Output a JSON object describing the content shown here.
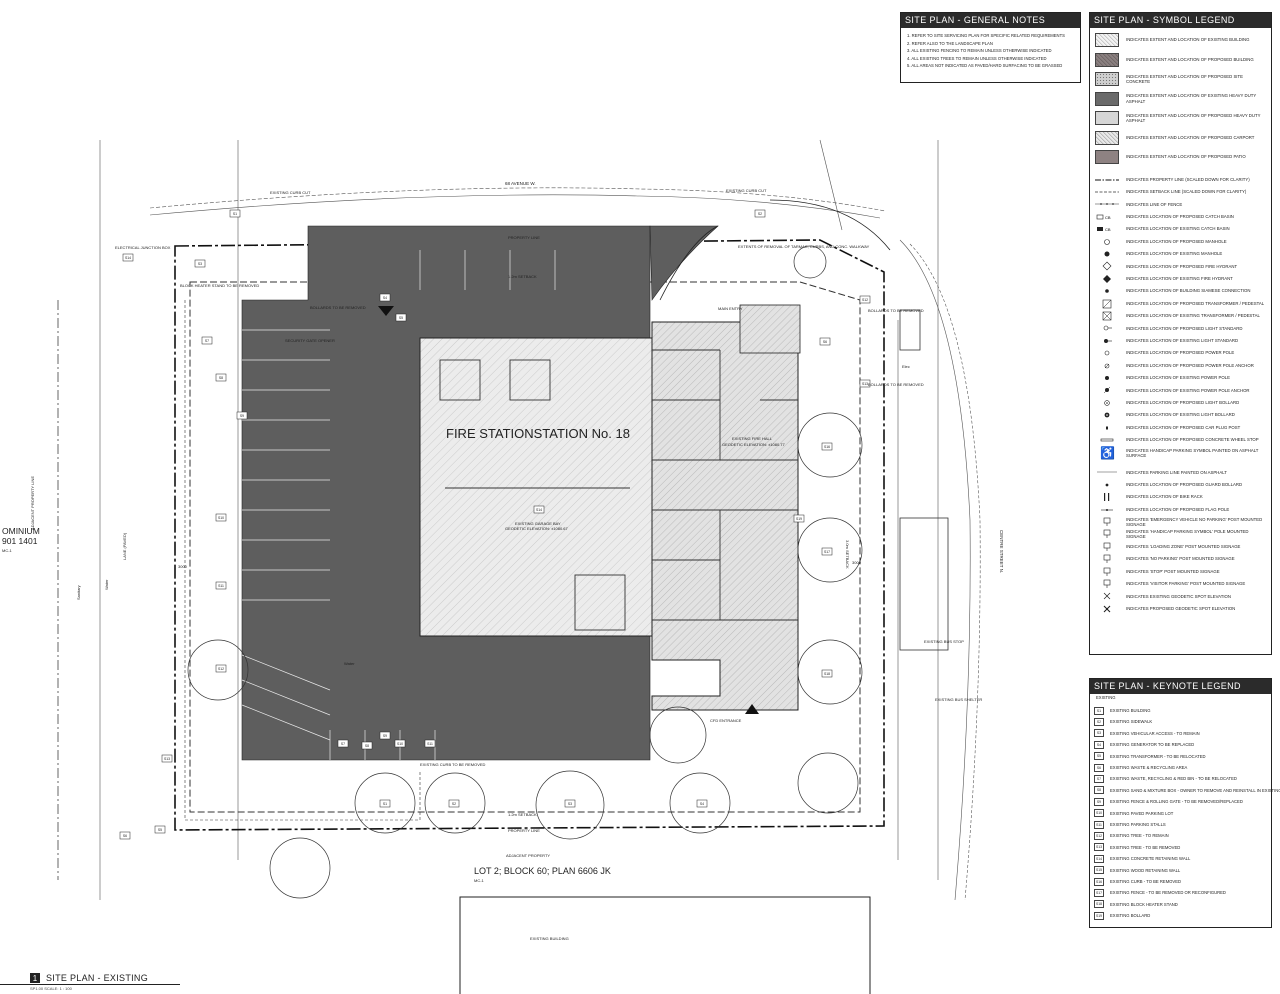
{
  "general_notes": {
    "title": "SITE PLAN - GENERAL NOTES",
    "items": [
      "1.   REFER TO SITE SERVICING PLAN FOR SPECIFIC RELATED REQUIREMENTS",
      "2.   REFER ALSO TO THE LANDSCAPE PLAN",
      "3.   ALL EXISTING FENCING TO REMAIN UNLESS OTHERWISE INDICATED",
      "4.   ALL EXISTING TREES TO REMAIN UNLESS OTHERWISE INDICATED",
      "5.   ALL AREAS NOT INDICATED AS PAVED/HARD SURFACING TO BE GRASSED"
    ]
  },
  "symbol_legend": {
    "title": "SITE PLAN - SYMBOL LEGEND",
    "items": [
      {
        "symbol": "hatch-light-swatch",
        "text": "INDICATES EXTENT AND LOCATION OF EXISTING BUILDING"
      },
      {
        "symbol": "hatch-dark-swatch",
        "text": "INDICATES EXTENT AND LOCATION OF PROPOSED BUILDING"
      },
      {
        "symbol": "stipple-swatch",
        "text": "INDICATES EXTENT AND LOCATION OF PROPOSED SITE CONCRETE"
      },
      {
        "symbol": "dark-fill-swatch",
        "text": "INDICATES EXTENT AND LOCATION OF EXISTING HEAVY DUTY ASPHALT"
      },
      {
        "symbol": "light-fill-swatch",
        "text": "INDICATES EXTENT AND LOCATION OF PROPOSED HEAVY DUTY ASPHALT"
      },
      {
        "symbol": "hatch-carport-swatch",
        "text": "INDICATES EXTENT AND LOCATION OF PROPOSED CARPORT"
      },
      {
        "symbol": "patio-swatch",
        "text": "INDICATES EXTENT AND LOCATION OF PROPOSED PATIO"
      },
      {
        "symbol": "property-line",
        "text": "INDICATES PROPERTY LINE (SCALED DOWN FOR CLARITY)"
      },
      {
        "symbol": "setback-line",
        "text": "INDICATES SETBACK LINE (SCALED DOWN FOR CLARITY)"
      },
      {
        "symbol": "fence-line",
        "text": "INDICATES LINE OF FENCE"
      },
      {
        "symbol": "catch-basin-new-icon",
        "text": "INDICATES LOCATION OF PROPOSED CATCH BASIN"
      },
      {
        "symbol": "catch-basin-existing-icon",
        "text": "INDICATES LOCATION OF EXISTING CATCH BASIN"
      },
      {
        "symbol": "manhole-new-icon",
        "text": "INDICATES LOCATION OF PROPOSED MANHOLE"
      },
      {
        "symbol": "manhole-existing-icon",
        "text": "INDICATES LOCATION OF EXISTING MANHOLE"
      },
      {
        "symbol": "hydrant-new-icon",
        "text": "INDICATES LOCATION OF PROPOSED FIRE HYDRANT"
      },
      {
        "symbol": "hydrant-existing-icon",
        "text": "INDICATES LOCATION OF EXISTING FIRE HYDRANT"
      },
      {
        "symbol": "siamese-icon",
        "text": "INDICATES LOCATION OF BUILDING SIAMESE CONNECTION"
      },
      {
        "symbol": "transformer-new-icon",
        "text": "INDICATES LOCATION OF PROPOSED TRANSFORMER / PEDESTAL"
      },
      {
        "symbol": "transformer-existing-icon",
        "text": "INDICATES LOCATION OF EXISTING TRANSFORMER / PEDESTAL"
      },
      {
        "symbol": "light-standard-new-icon",
        "text": "INDICATES LOCATION OF PROPOSED LIGHT STANDARD"
      },
      {
        "symbol": "light-standard-existing-icon",
        "text": "INDICATES LOCATION OF EXISTING LIGHT STANDARD"
      },
      {
        "symbol": "power-pole-new-icon",
        "text": "INDICATES LOCATION OF PROPOSED POWER POLE"
      },
      {
        "symbol": "pole-anchor-new-icon",
        "text": "INDICATES LOCATION OF PROPOSED POWER POLE ANCHOR"
      },
      {
        "symbol": "power-pole-existing-icon",
        "text": "INDICATES LOCATION OF EXISTING POWER POLE"
      },
      {
        "symbol": "pole-anchor-existing-icon",
        "text": "INDICATES LOCATION OF EXISTING POWER POLE ANCHOR"
      },
      {
        "symbol": "bollard-light-new-icon",
        "text": "INDICATES LOCATION OF PROPOSED LIGHT BOLLARD"
      },
      {
        "symbol": "bollard-light-existing-icon",
        "text": "INDICATES LOCATION OF EXISTING LIGHT BOLLARD"
      },
      {
        "symbol": "car-plug-icon",
        "text": "INDICATES LOCATION OF PROPOSED CAR PLUG POST"
      },
      {
        "symbol": "wheel-stop-icon",
        "text": "INDICATES LOCATION OF PROPOSED CONCRETE WHEEL STOP"
      },
      {
        "symbol": "handicap-icon",
        "text": "INDICATES HANDICAP PARKING SYMBOL PAINTED ON ASPHALT SURFACE"
      },
      {
        "symbol": "parking-line-icon",
        "text": "INDICATES PARKING LINE PAINTED ON ASPHALT"
      },
      {
        "symbol": "guard-bollard-icon",
        "text": "INDICATES LOCATION OF PROPOSED GUARD BOLLARD"
      },
      {
        "symbol": "bike-rack-icon",
        "text": "INDICATES LOCATION OF BIKE RACK"
      },
      {
        "symbol": "flag-pole-icon",
        "text": "INDICATES LOCATION OF PROPOSED FLAG POLE"
      },
      {
        "symbol": "sign-emergency-icon",
        "text": "INDICATES 'EMERGENCY VEHICLE NO PARKING' POST MOUNTED SIGNAGE"
      },
      {
        "symbol": "sign-handicap-icon",
        "text": "INDICATES 'HANDICAP PARKING SYMBOL' POLE MOUNTED SIGNAGE"
      },
      {
        "symbol": "sign-loading-icon",
        "text": "INDICATES 'LOADING ZONE' POST MOUNTED SIGNAGE"
      },
      {
        "symbol": "sign-no-parking-icon",
        "text": "INDICATES 'NO PARKING' POST MOUNTED SIGNAGE"
      },
      {
        "symbol": "sign-stop-icon",
        "text": "INDICATES 'STOP' POST MOUNTED SIGNAGE"
      },
      {
        "symbol": "sign-visitor-icon",
        "text": "INDICATES 'VISITOR PARKING' POST MOUNTED SIGNAGE"
      },
      {
        "symbol": "spot-existing-icon",
        "text": "INDICATES EXISTING GEODETIC SPOT ELEVATION"
      },
      {
        "symbol": "spot-new-icon",
        "text": "INDICATES PROPOSED GEODETIC SPOT ELEVATION"
      }
    ]
  },
  "keynote_legend": {
    "title": "SITE PLAN - KEYNOTE LEGEND",
    "subtitle": "EXISTING",
    "items": [
      {
        "code": "S1",
        "text": "EXISTING BUILDING"
      },
      {
        "code": "S2",
        "text": "EXISTING SIDEWALK"
      },
      {
        "code": "S3",
        "text": "EXISTING VEHICULAR ACCESS - TO REMAIN"
      },
      {
        "code": "S4",
        "text": "EXISTING GENERATOR TO BE REPLACED"
      },
      {
        "code": "S5",
        "text": "EXISTING TRANSFORMER - TO BE RELOCATED"
      },
      {
        "code": "S6",
        "text": "EXISTING WASTE & RECYCLING AREA"
      },
      {
        "code": "S7",
        "text": "EXISTING WASTE, RECYCLING & RED BIN - TO BE RELOCATED"
      },
      {
        "code": "S8",
        "text": "EXISTING SAND & MIXTURE BOX - OWNER TO REMOVE AND REINSTALL IN EXISTING LOCATION"
      },
      {
        "code": "S9",
        "text": "EXISTING FENCE & ROLLING GATE - TO BE REMOVED/REPLACED"
      },
      {
        "code": "S10",
        "text": "EXISTING PAVED PARKING LOT"
      },
      {
        "code": "S11",
        "text": "EXISTING PARKING STALLS"
      },
      {
        "code": "S12",
        "text": "EXISTING TREE - TO REMAIN"
      },
      {
        "code": "S13",
        "text": "EXISTING TREE - TO BE REMOVED"
      },
      {
        "code": "S14",
        "text": "EXISTING CONCRETE RETAINING WALL"
      },
      {
        "code": "S15",
        "text": "EXISTING WOOD RETAINING WALL"
      },
      {
        "code": "S16",
        "text": "EXISTING CURB - TO BE REMOVED"
      },
      {
        "code": "S17",
        "text": "EXISTING FENCE - TO BE REMOVED OR RECONFIGURED"
      },
      {
        "code": "S18",
        "text": "EXISTING BLOCK HEATER STAND"
      },
      {
        "code": "S19",
        "text": "EXISTING BOLLARD"
      }
    ]
  },
  "plan": {
    "building_title": "FIRE STATIONSTATION No. 18",
    "garage_label_1": "EXISTING GARAGE BAY",
    "garage_label_2": "GEODETIC ELEVATION: ±1080.67",
    "hall_label_1": "EXISTING FIRE HALL",
    "hall_label_2": "GEODETIC ELEVATION: ±1080.77",
    "street_north": "68 AVENUE W.",
    "street_east": "CENTRE STREET N.",
    "lot_south": "LOT 2; BLOCK 60; PLAN 6606 JK",
    "lot_south_zone": "MC-1",
    "adjacent_property": "ADJACENT PROPERTY",
    "existing_building": "EXISTING BUILDING",
    "condo_line_1": "OMINIUM",
    "condo_line_2": "901 1401",
    "condo_zone": "MC-1",
    "adjacent_west": "ADJACENT PROPERTY LINE",
    "lane": "LANE (PAVED)",
    "property_line": "PROPERTY LINE",
    "setback": "1.2m SETBACK",
    "setback_east": "3.0m SETBACK",
    "existing_curb_cut": "EXISTING CURB CUT",
    "electrical_box": "ELECTRICAL JUNCTION BOX",
    "block_heater": "BLOCK HEATER STAND TO BE REMOVED",
    "bollards_removed": "BOLLARDS TO BE REMOVED",
    "security_gate": "SECURITY GATE OPENER",
    "extents_removal": "EXTENTS OF REMOVAL OF TARMAC, CURBS, AND CONC. WALKWAY",
    "main_entry": "MAIN ENTRY",
    "cfd_entrance": "CFD ENTRANCE",
    "curb_removed": "EXISTING CURB TO BE REMOVED",
    "bus_stop": "EXISTING BUS STOP",
    "bus_shelter": "EXISTING BUS SHELTER",
    "water": "Water",
    "sanitary": "Sanitary",
    "elec": "Elec",
    "dim_3000": "3000",
    "keynotes_in_plan": [
      "S1",
      "S2",
      "S3",
      "S4",
      "S5",
      "S6",
      "S7",
      "S8",
      "S9",
      "S10",
      "S11",
      "S12",
      "S13",
      "S14",
      "S16",
      "S17",
      "S18",
      "S19"
    ]
  },
  "title_block": {
    "number": "1",
    "title": "SITE PLAN - EXISTING",
    "scale": "SP1.00      SCALE: 1 : 100"
  }
}
